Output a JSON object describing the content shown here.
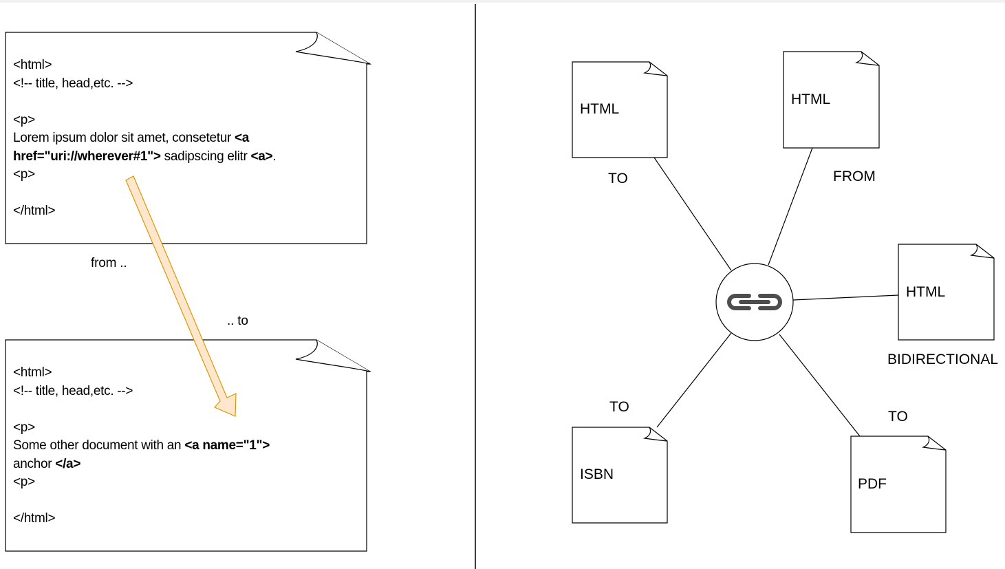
{
  "left": {
    "source_doc": {
      "lines": [
        {
          "parts": [
            {
              "t": "<html>"
            }
          ]
        },
        {
          "parts": [
            {
              "t": "<!-- title, head,etc. -->"
            }
          ]
        },
        {
          "parts": [
            {
              "t": ""
            }
          ]
        },
        {
          "parts": [
            {
              "t": "<p>"
            }
          ]
        },
        {
          "parts": [
            {
              "t": "Lorem ipsum dolor sit amet, consetetur "
            },
            {
              "t": "<a",
              "b": true
            }
          ]
        },
        {
          "parts": [
            {
              "t": "href=\"uri://wherever#1\">",
              "b": true
            },
            {
              "t": " sadipscing elitr "
            },
            {
              "t": "<a>",
              "b": true
            },
            {
              "t": "."
            }
          ]
        },
        {
          "parts": [
            {
              "t": "<p>"
            }
          ]
        },
        {
          "parts": [
            {
              "t": ""
            }
          ]
        },
        {
          "parts": [
            {
              "t": "</html>"
            }
          ]
        }
      ]
    },
    "target_doc": {
      "lines": [
        {
          "parts": [
            {
              "t": "<html>"
            }
          ]
        },
        {
          "parts": [
            {
              "t": "<!-- title, head,etc. -->"
            }
          ]
        },
        {
          "parts": [
            {
              "t": ""
            }
          ]
        },
        {
          "parts": [
            {
              "t": "<p>"
            }
          ]
        },
        {
          "parts": [
            {
              "t": "Some other document with an "
            },
            {
              "t": "<a name=\"1\">",
              "b": true
            }
          ]
        },
        {
          "parts": [
            {
              "t": "anchor "
            },
            {
              "t": "</a>",
              "b": true
            }
          ]
        },
        {
          "parts": [
            {
              "t": "<p>"
            }
          ]
        },
        {
          "parts": [
            {
              "t": ""
            }
          ]
        },
        {
          "parts": [
            {
              "t": "</html>"
            }
          ]
        }
      ]
    },
    "from_label": "from ..",
    "to_label": ".. to",
    "arrow_fill": "#ffe6cc",
    "arrow_stroke": "#d79b00"
  },
  "right": {
    "hub_icon": "link-icon",
    "docs": {
      "doc1": {
        "name": "HTML",
        "relation": "TO"
      },
      "doc2": {
        "name": "HTML",
        "relation": "FROM"
      },
      "doc3": {
        "name": "HTML",
        "relation": "BIDIRECTIONAL"
      },
      "doc4": {
        "name": "ISBN",
        "relation": "TO"
      },
      "doc5": {
        "name": "PDF",
        "relation": "TO"
      }
    }
  }
}
